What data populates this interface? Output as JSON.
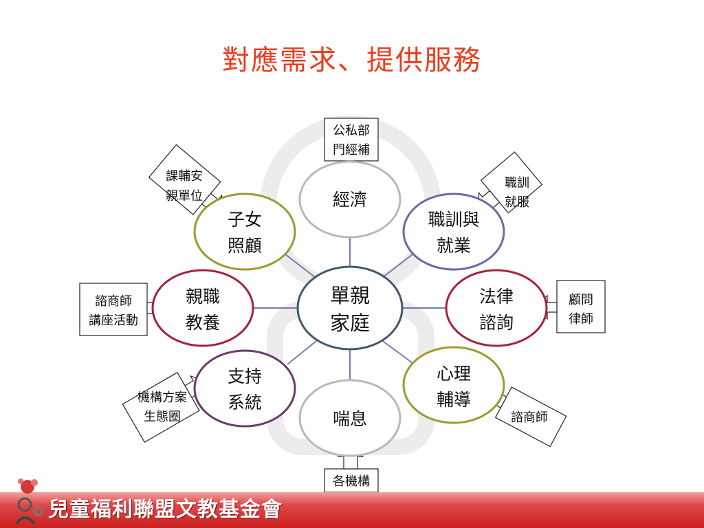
{
  "title": "對應需求、提供服務",
  "center": {
    "line1": "單親",
    "line2": "家庭"
  },
  "nodes": {
    "economy": {
      "lines": [
        "經濟"
      ],
      "color": "#b8b8b8"
    },
    "training": {
      "lines": [
        "職訓與",
        "就業"
      ],
      "color": "#6a6aa4"
    },
    "legal": {
      "lines": [
        "法律",
        "諮詢"
      ],
      "color": "#a3233a"
    },
    "psych": {
      "lines": [
        "心理",
        "輔導"
      ],
      "color": "#9c9a2e"
    },
    "respite": {
      "lines": [
        "喘息"
      ],
      "color": "#b8b8b8"
    },
    "support": {
      "lines": [
        "支持",
        "系統"
      ],
      "color": "#6a3a6e"
    },
    "parenting": {
      "lines": [
        "親職",
        "教養"
      ],
      "color": "#a3233a"
    },
    "childcare": {
      "lines": [
        "子女",
        "照顧"
      ],
      "color": "#9c9a2e"
    }
  },
  "center_color": "#3f5a6e",
  "line_color": "#7a7ab0",
  "callouts": {
    "economy": [
      "公私部",
      "門經補"
    ],
    "training": [
      "職訓",
      "就服"
    ],
    "legal": [
      "顧問",
      "律師"
    ],
    "psych": [
      "諮商師"
    ],
    "respite": [
      "各機構"
    ],
    "support": [
      "機構方案",
      "生態圈"
    ],
    "parenting": [
      "諮商師",
      "講座活動"
    ],
    "childcare": [
      "課輔安",
      "親單位"
    ]
  },
  "footer": {
    "org_name": "兒童福利聯盟文教基金會",
    "band_color": "#cc1f1f"
  }
}
